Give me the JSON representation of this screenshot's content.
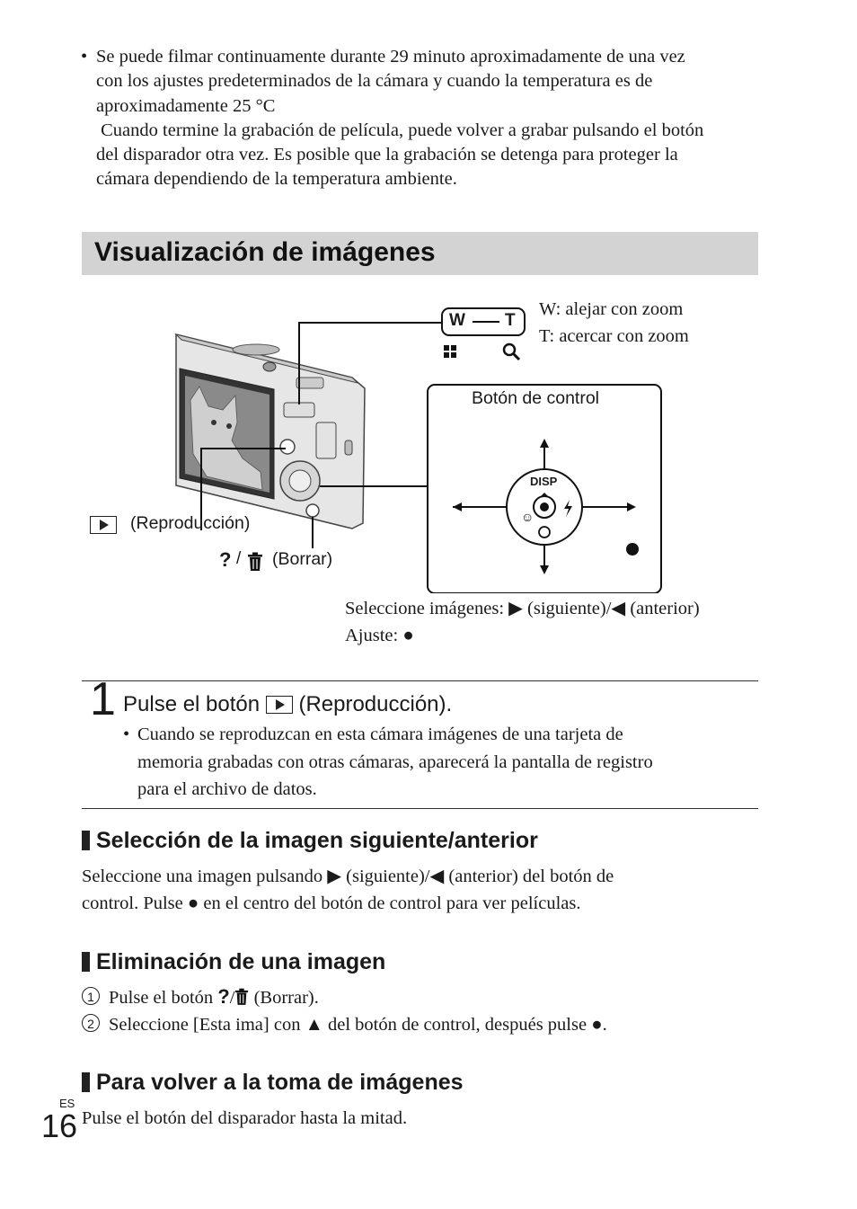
{
  "intro": {
    "bullet": "•",
    "line1": "Se puede filmar continuamente durante 29 minuto aproximadamente de una vez",
    "line2": "con los ajustes predeterminados de la cámara y cuando la temperatura es de",
    "line3": "aproximadamente 25 °C",
    "line4": " Cuando termine la grabación de película, puede volver a grabar pulsando el botón",
    "line5": "del disparador otra vez. Es posible que la grabación se detenga para proteger la",
    "line6": "cámara dependiendo de la temperatura ambiente."
  },
  "section_title": "Visualización de imágenes",
  "diagram": {
    "zoom_w": "W",
    "zoom_t": "T",
    "zoom_w_text": "W: alejar con zoom",
    "zoom_t_text": "T: acercar con zoom",
    "control_title": "Botón de control",
    "disp": "DISP",
    "playback_label": "(Reproducción)",
    "delete_label": "(Borrar)",
    "select_text_pre": "Seleccione imágenes: ",
    "next_label": " (siguiente)/",
    "prev_label": " (anterior)",
    "ajuste": "Ajuste: "
  },
  "step1": {
    "number": "1",
    "title_pre": "Pulse el botón ",
    "title_post": " (Reproducción).",
    "bullet": "•",
    "line1": "Cuando se reproduzcan en esta cámara imágenes de una tarjeta de",
    "line2": "memoria grabadas con otras cámaras, aparecerá la pantalla de registro",
    "line3": "para el archivo de datos."
  },
  "sub1": {
    "title": "Selección de la imagen siguiente/anterior",
    "l1a": "Seleccione una imagen pulsando ",
    "l1b": " (siguiente)/",
    "l1c": " (anterior) del botón de",
    "l2a": "control. Pulse ",
    "l2b": " en el centro del botón de control para ver películas."
  },
  "sub2": {
    "title": "Eliminación de una imagen",
    "n1": "1",
    "item1a": "Pulse el botón ",
    "item1b": " (Borrar).",
    "n2": "2",
    "item2a": "Seleccione [Esta ima] con ",
    "item2b": " del botón de control, después pulse ",
    "item2c": "."
  },
  "sub3": {
    "title": "Para volver a la toma de imágenes",
    "text": "Pulse el botón del disparador hasta la mitad."
  },
  "page": {
    "lang": "ES",
    "number": "16"
  }
}
